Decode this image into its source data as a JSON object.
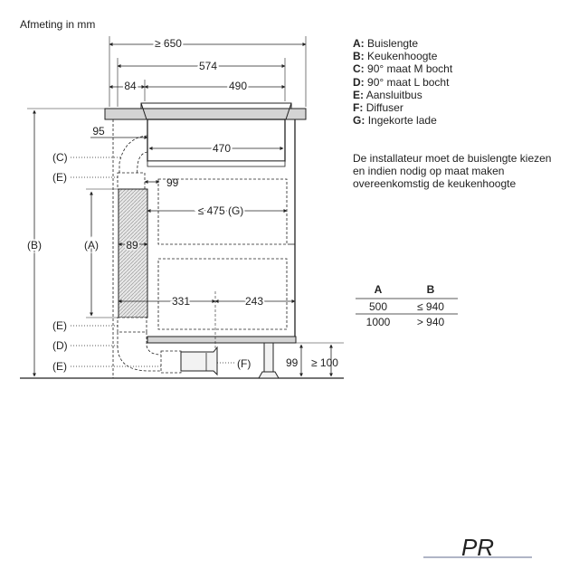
{
  "units_label": "Afmeting in mm",
  "legend": [
    {
      "key": "A",
      "text": "Buislengte"
    },
    {
      "key": "B",
      "text": "Keukenhoogte"
    },
    {
      "key": "C",
      "text": "90° maat M bocht"
    },
    {
      "key": "D",
      "text": "90° maat L bocht"
    },
    {
      "key": "E",
      "text": "Aansluitbus"
    },
    {
      "key": "F",
      "text": "Diffuser"
    },
    {
      "key": "G",
      "text": "Ingekorte lade"
    }
  ],
  "note": "De installateur moet de buislengte kiezen en indien nodig op maat maken overeenkomstig de keukenhoogte",
  "table": {
    "headers": [
      "A",
      "B"
    ],
    "rows": [
      [
        "500",
        "≤ 940"
      ],
      [
        "1000",
        "> 940"
      ]
    ]
  },
  "dimensions": {
    "total_depth": "≥ 650",
    "cooktop_depth": "574",
    "front_offset": "84",
    "rear_depth": "490",
    "duct_offset": "95",
    "unit_width": "470",
    "gap_99": "99",
    "drawer_depth": "≤ 475 (G)",
    "duct_width": "89",
    "plinth_front": "331",
    "plinth_rear": "243",
    "plinth_height": "99",
    "plinth_min": "≥ 100"
  },
  "callouts": {
    "C": "(C)",
    "E1": "(E)",
    "A": "(A)",
    "B": "(B)",
    "E2": "(E)",
    "D": "(D)",
    "E3": "(E)",
    "F": "(F)"
  },
  "logo_monogram": "PR"
}
